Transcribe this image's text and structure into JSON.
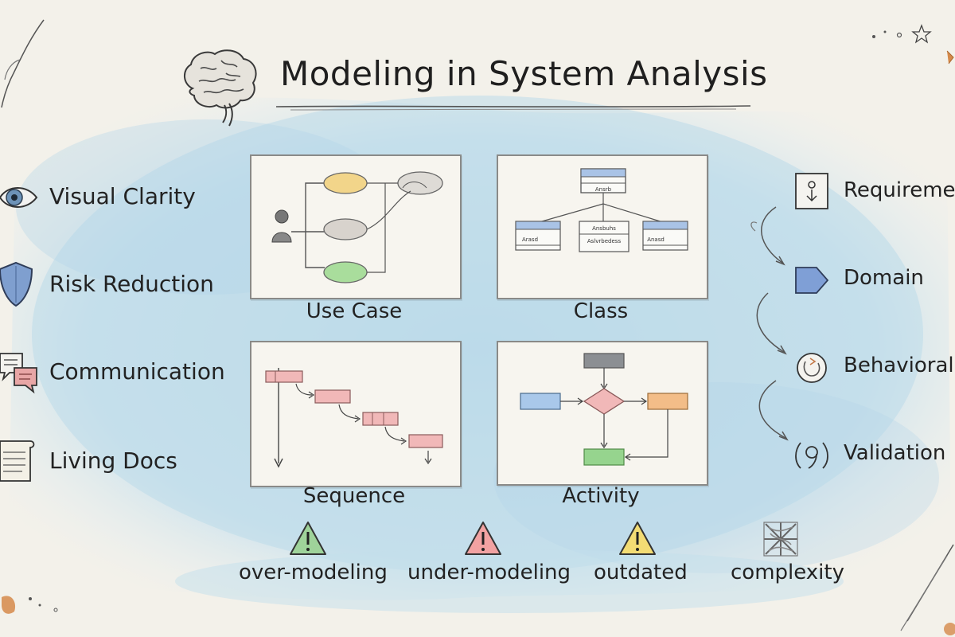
{
  "title": "Modeling in System Analysis",
  "benefits": [
    {
      "label": "Visual Clarity",
      "icon": "eye-icon"
    },
    {
      "label": "Risk Reduction",
      "icon": "shield-icon"
    },
    {
      "label": "Communication",
      "icon": "speech-bubbles-icon"
    },
    {
      "label": "Living Docs",
      "icon": "scroll-icon"
    }
  ],
  "diagrams": [
    {
      "label": "Use Case"
    },
    {
      "label": "Class"
    },
    {
      "label": "Sequence"
    },
    {
      "label": "Activity"
    }
  ],
  "flow": [
    {
      "label": "Requiremen",
      "icon": "requirements-icon"
    },
    {
      "label": "Domain",
      "icon": "domain-arrow-icon"
    },
    {
      "label": "Behavioral",
      "icon": "behavioral-icon"
    },
    {
      "label": "Validation",
      "icon": "validation-icon"
    }
  ],
  "pitfalls": [
    {
      "label": "over-modeling",
      "color": "#9fd39a",
      "icon": "warning-icon"
    },
    {
      "label": "under-modeling",
      "color": "#f2a2a2",
      "icon": "warning-icon"
    },
    {
      "label": "outdated",
      "color": "#f3dc74",
      "icon": "warning-icon"
    },
    {
      "label": "complexity",
      "color": "#a0a4a8",
      "icon": "tangle-icon"
    }
  ],
  "class_diagram": {
    "top_box": "Ansrb",
    "middle_box": [
      "Ansbuhs",
      "Aslvrbedess"
    ],
    "left_box": "Arasd",
    "right_box": "Anasd"
  },
  "colors": {
    "wash": "#bfdcec",
    "paper": "#f3f1ea",
    "ink": "#2a2a2a",
    "blue_header": "#a9c3e6"
  }
}
